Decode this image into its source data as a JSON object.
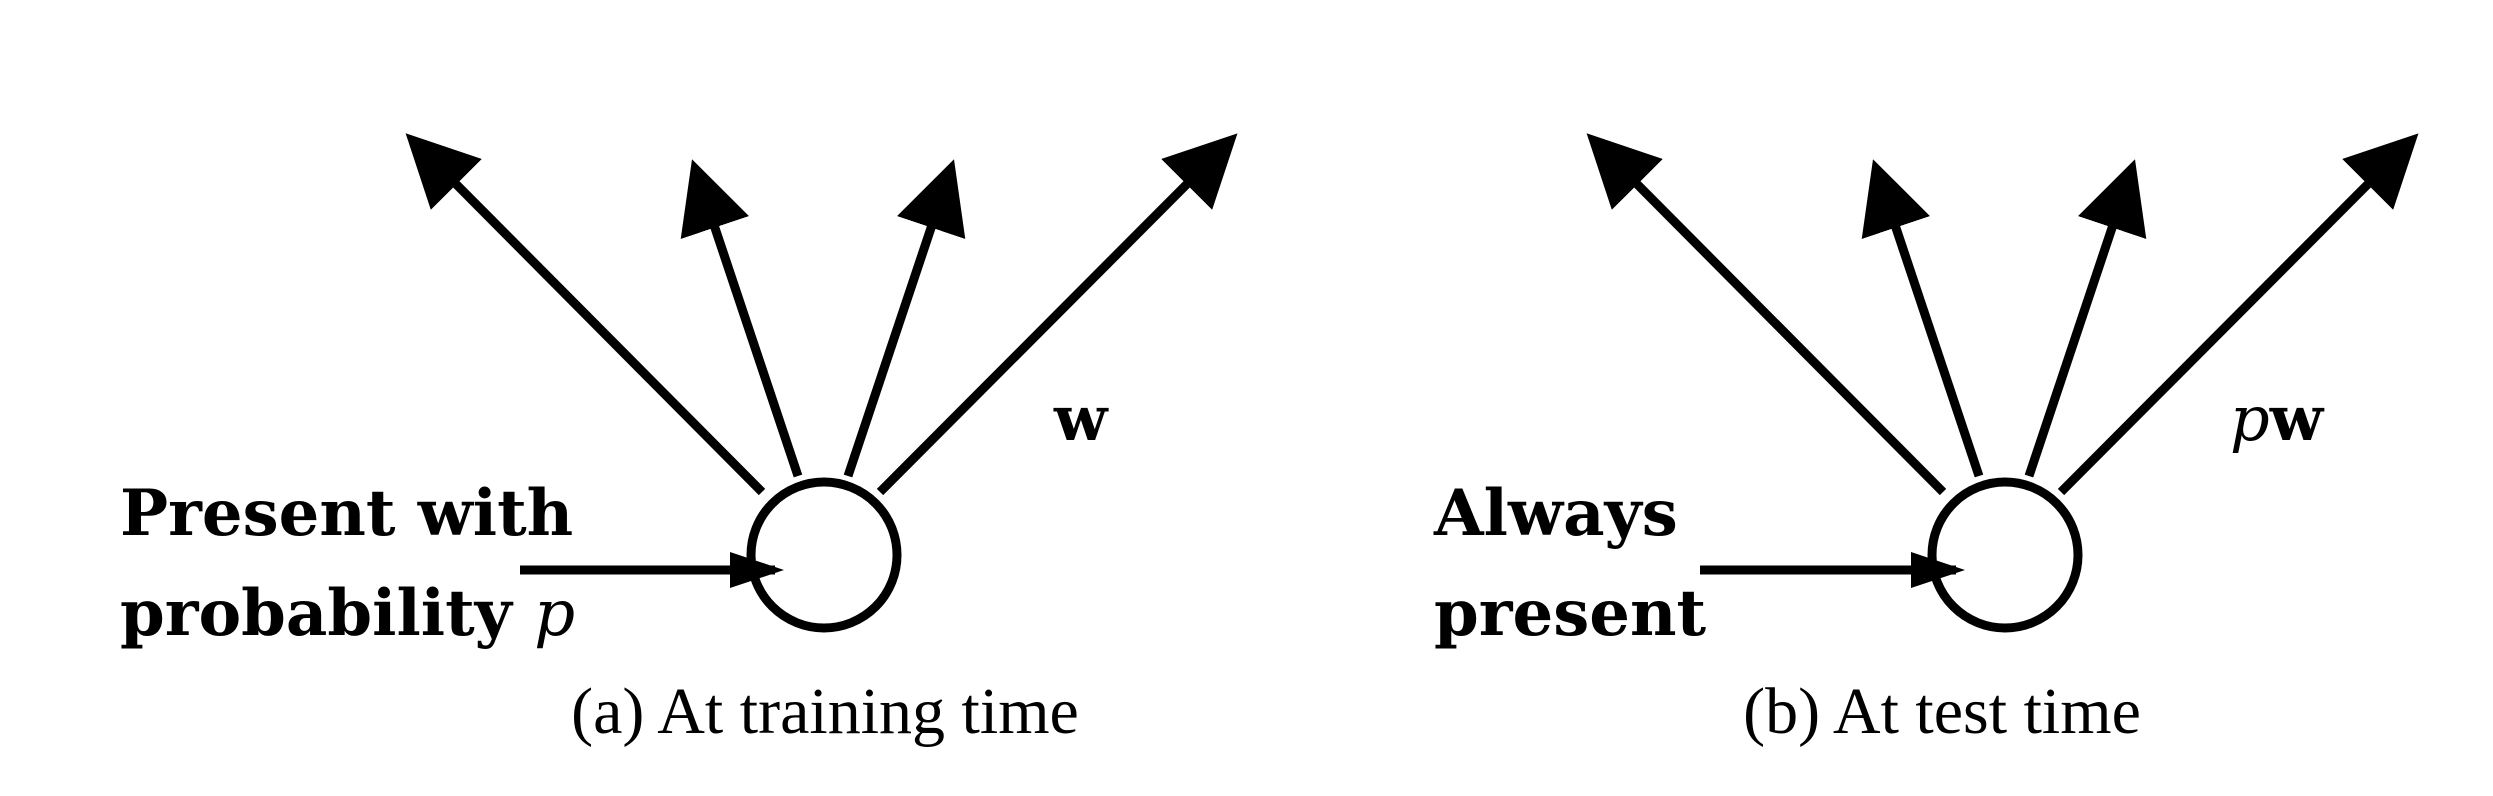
{
  "panels": [
    {
      "id": "a",
      "label_line1": "Present with",
      "label_line2": "probability",
      "label_line2_var": "p",
      "weight_prefix": "",
      "weight_symbol": "w",
      "caption": "(a) At training time"
    },
    {
      "id": "b",
      "label_line1": "Always",
      "label_line2": "present",
      "label_line2_var": "",
      "weight_prefix": "p",
      "weight_symbol": "w",
      "caption": "(b) At test time"
    }
  ],
  "colors": {
    "stroke": "#000000",
    "background": "#ffffff"
  }
}
